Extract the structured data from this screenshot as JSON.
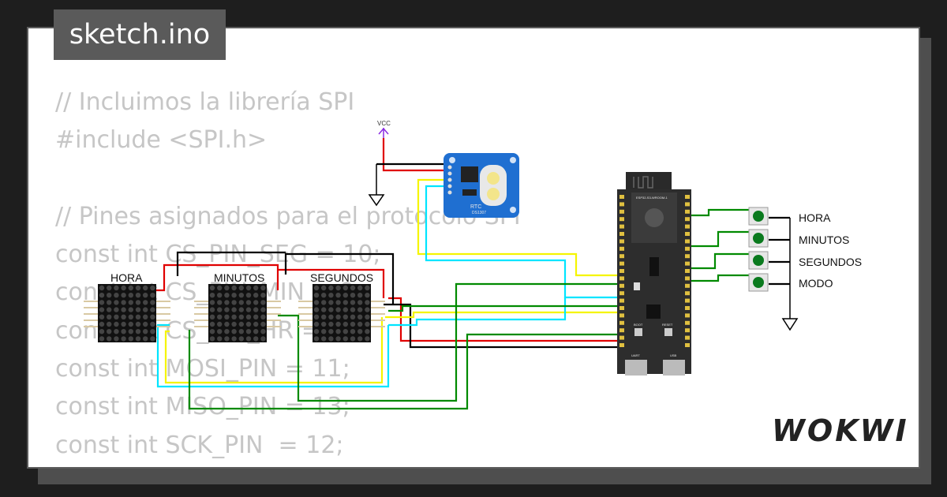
{
  "badge": {
    "title": "sketch.ino"
  },
  "code": {
    "text": "// Incluimos la librería SPI\n#include <SPI.h>\n\n// Pines asignados para el protocolo SPI\nconst int CS_PIN_SEG = 10;\nconst int CS_PIN_MIN = 9;\nconst int CS_PIN_HR = 8;\nconst int MOSI_PIN = 11;\nconst int MISO_PIN = 13;\nconst int SCK_PIN  = 12;"
  },
  "diagram": {
    "vcc_label": "VCC",
    "rtc": {
      "label": "RTC",
      "chip": "DS1307"
    },
    "esp": {
      "module": "ESP32-S3-WROOM-1",
      "boot": "BOOT",
      "reset": "RESET",
      "uart": "UART",
      "usb": "USB"
    },
    "matrices": [
      {
        "label": "HORA"
      },
      {
        "label": "MINUTOS"
      },
      {
        "label": "SEGUNDOS"
      }
    ],
    "buttons": [
      {
        "label": "HORA"
      },
      {
        "label": "MINUTOS"
      },
      {
        "label": "SEGUNDOS"
      },
      {
        "label": "MODO"
      }
    ]
  },
  "brand": {
    "logo": "WOKWI"
  },
  "colors": {
    "red": "#e00000",
    "yellow": "#f5f500",
    "cyan": "#00e5ff",
    "green": "#008a00",
    "black": "#000000",
    "rtc_blue": "#1f6fd1",
    "button_green": "#0a7a1e"
  }
}
